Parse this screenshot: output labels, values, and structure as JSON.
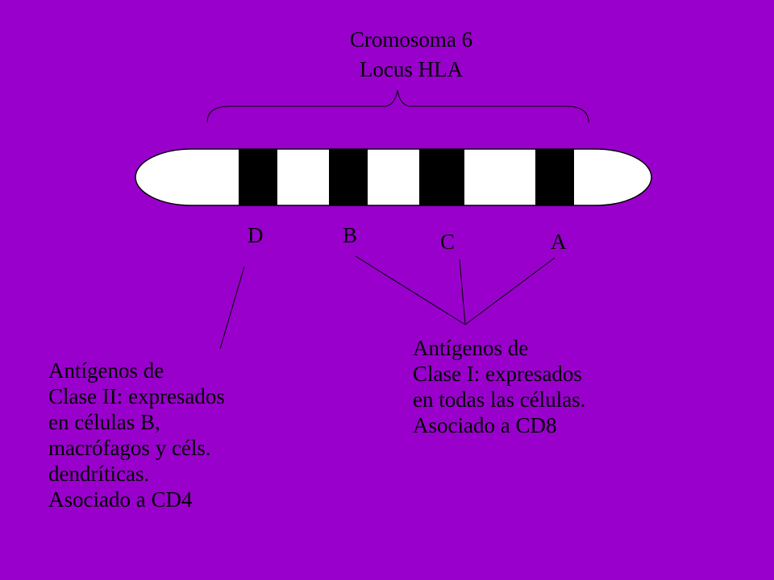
{
  "title": {
    "line1": "Cromosoma 6",
    "line2": "Locus HLA"
  },
  "loci": {
    "d": "D",
    "b": "B",
    "c": "C",
    "a": "A"
  },
  "class_ii": {
    "lines": [
      "Antígenos de",
      "Clase II: expresados",
      "en células B,",
      "macrófagos y céls.",
      "dendríticas.",
      "Asociado a CD4"
    ]
  },
  "class_i": {
    "lines": [
      "Antígenos de",
      "Clase I: expresados",
      "en todas las células.",
      "Asociado a CD8"
    ]
  },
  "colors": {
    "background": "#9900cc",
    "chromosome": "#ffffff",
    "bands": "#000000"
  }
}
